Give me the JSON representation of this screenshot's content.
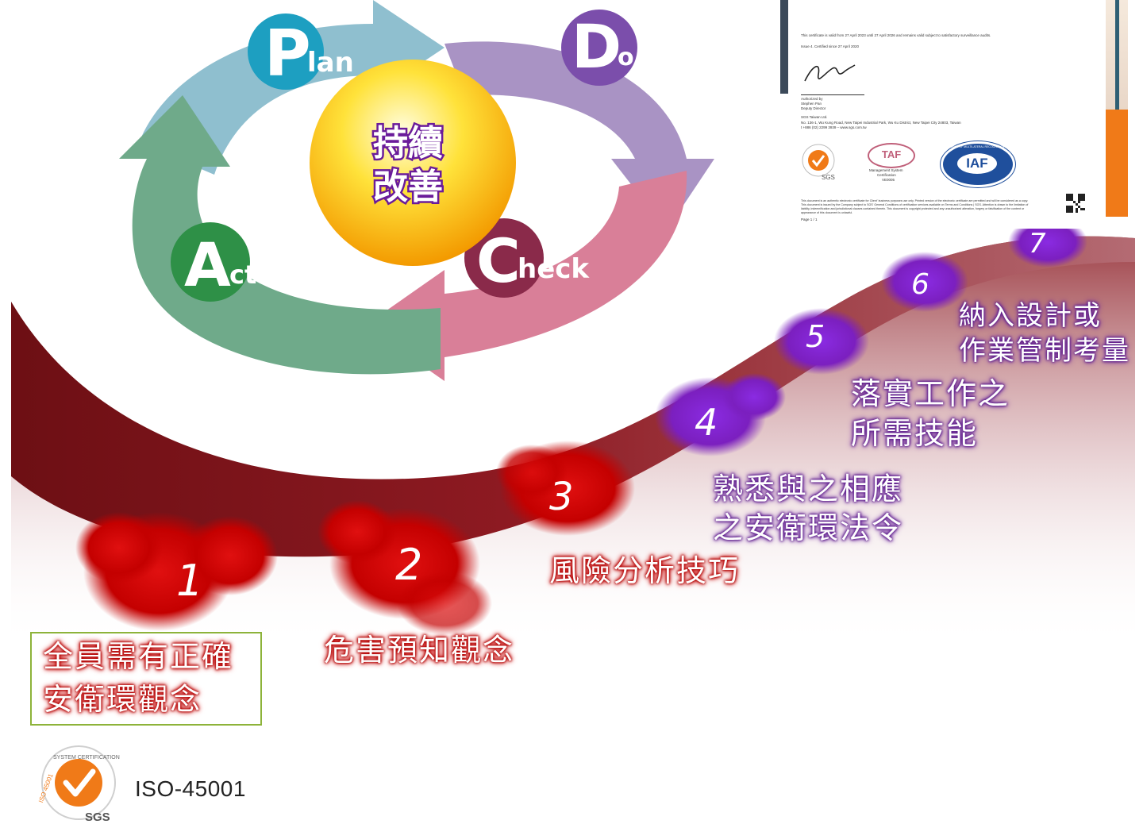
{
  "pdca": {
    "plan": {
      "big": "P",
      "rest": "lan"
    },
    "do": {
      "big": "D",
      "rest": "o"
    },
    "check": {
      "big": "C",
      "rest": "heck"
    },
    "act": {
      "big": "A",
      "rest": "ct"
    },
    "center_line1": "持續",
    "center_line2": "改善",
    "colors": {
      "plan": "#8fbfcf",
      "do": "#a993c4",
      "check": "#d97f98",
      "act": "#6faa8a"
    }
  },
  "steps": [
    {
      "number": "1",
      "label_lines": [
        "全員需有正確",
        "安衛環觀念"
      ],
      "color": "red"
    },
    {
      "number": "2",
      "label_lines": [
        "危害預知觀念"
      ],
      "color": "red"
    },
    {
      "number": "3",
      "label_lines": [
        "風險分析技巧"
      ],
      "color": "red"
    },
    {
      "number": "4",
      "label_lines": [
        "熟悉與之相應",
        "之安衛環法令"
      ],
      "color": "purple"
    },
    {
      "number": "5",
      "label_lines": [
        "落實工作之",
        "所需技能"
      ],
      "color": "purple"
    },
    {
      "number": "6",
      "label_lines": [
        "納入設計或",
        "作業管制考量"
      ],
      "color": "purple"
    },
    {
      "number": "7",
      "label_lines": [],
      "color": "purple"
    }
  ],
  "certificate": {
    "valid_line": "This certificate is valid from 27 April 2023 until 27 April 2026 and remains valid subject to satisfactory surveillance audits.",
    "issue_line": "Issue 4. Certified since 27 April 2020",
    "authorized_by": "Authorized by",
    "signer_name": "Stephen Pan",
    "signer_title": "Deputy Director",
    "company": "SGS Taiwan Ltd.",
    "address": "No. 136-1, Wu Kung Road, New Taipei Industrial Park, Wu Ku District, New Taipei City 24803, Taiwan",
    "contact": "t +886 (02) 2299 3939 – www.sgs.com.tw",
    "taf_logo": "TAF",
    "taf_caption1": "Management System",
    "taf_caption2": "Certification",
    "taf_caption3": "VE0005",
    "iaf_logo": "IAF",
    "iaf_ring": "MEMBER OF MULTILATERAL RECOGNITION ARRANGEMENT",
    "sgs_logo": "SGS",
    "disclaimer1": "This document is an authentic electronic certificate for Client' business purposes use only. Printed version of the electronic certificate are permitted and will be considered as a copy.",
    "disclaimer2": "This document is issued by the Company subject to SGS' General Conditions of certification services available on Terms and Conditions | SGS. Attention is drawn to the limitation of",
    "disclaimer3": "liability, indemnification and jurisdictional clauses contained therein. This document is copyright protected and any unauthorized alteration, forgery or falsification of the content or",
    "disclaimer4": "appearance of this document is unlawful.",
    "page": "Page 1 / 1"
  },
  "iso_badge": {
    "label": "ISO-45001",
    "ring_text": "SYSTEM CERTIFICATION",
    "sub": "ISO 45001",
    "brand": "SGS"
  }
}
